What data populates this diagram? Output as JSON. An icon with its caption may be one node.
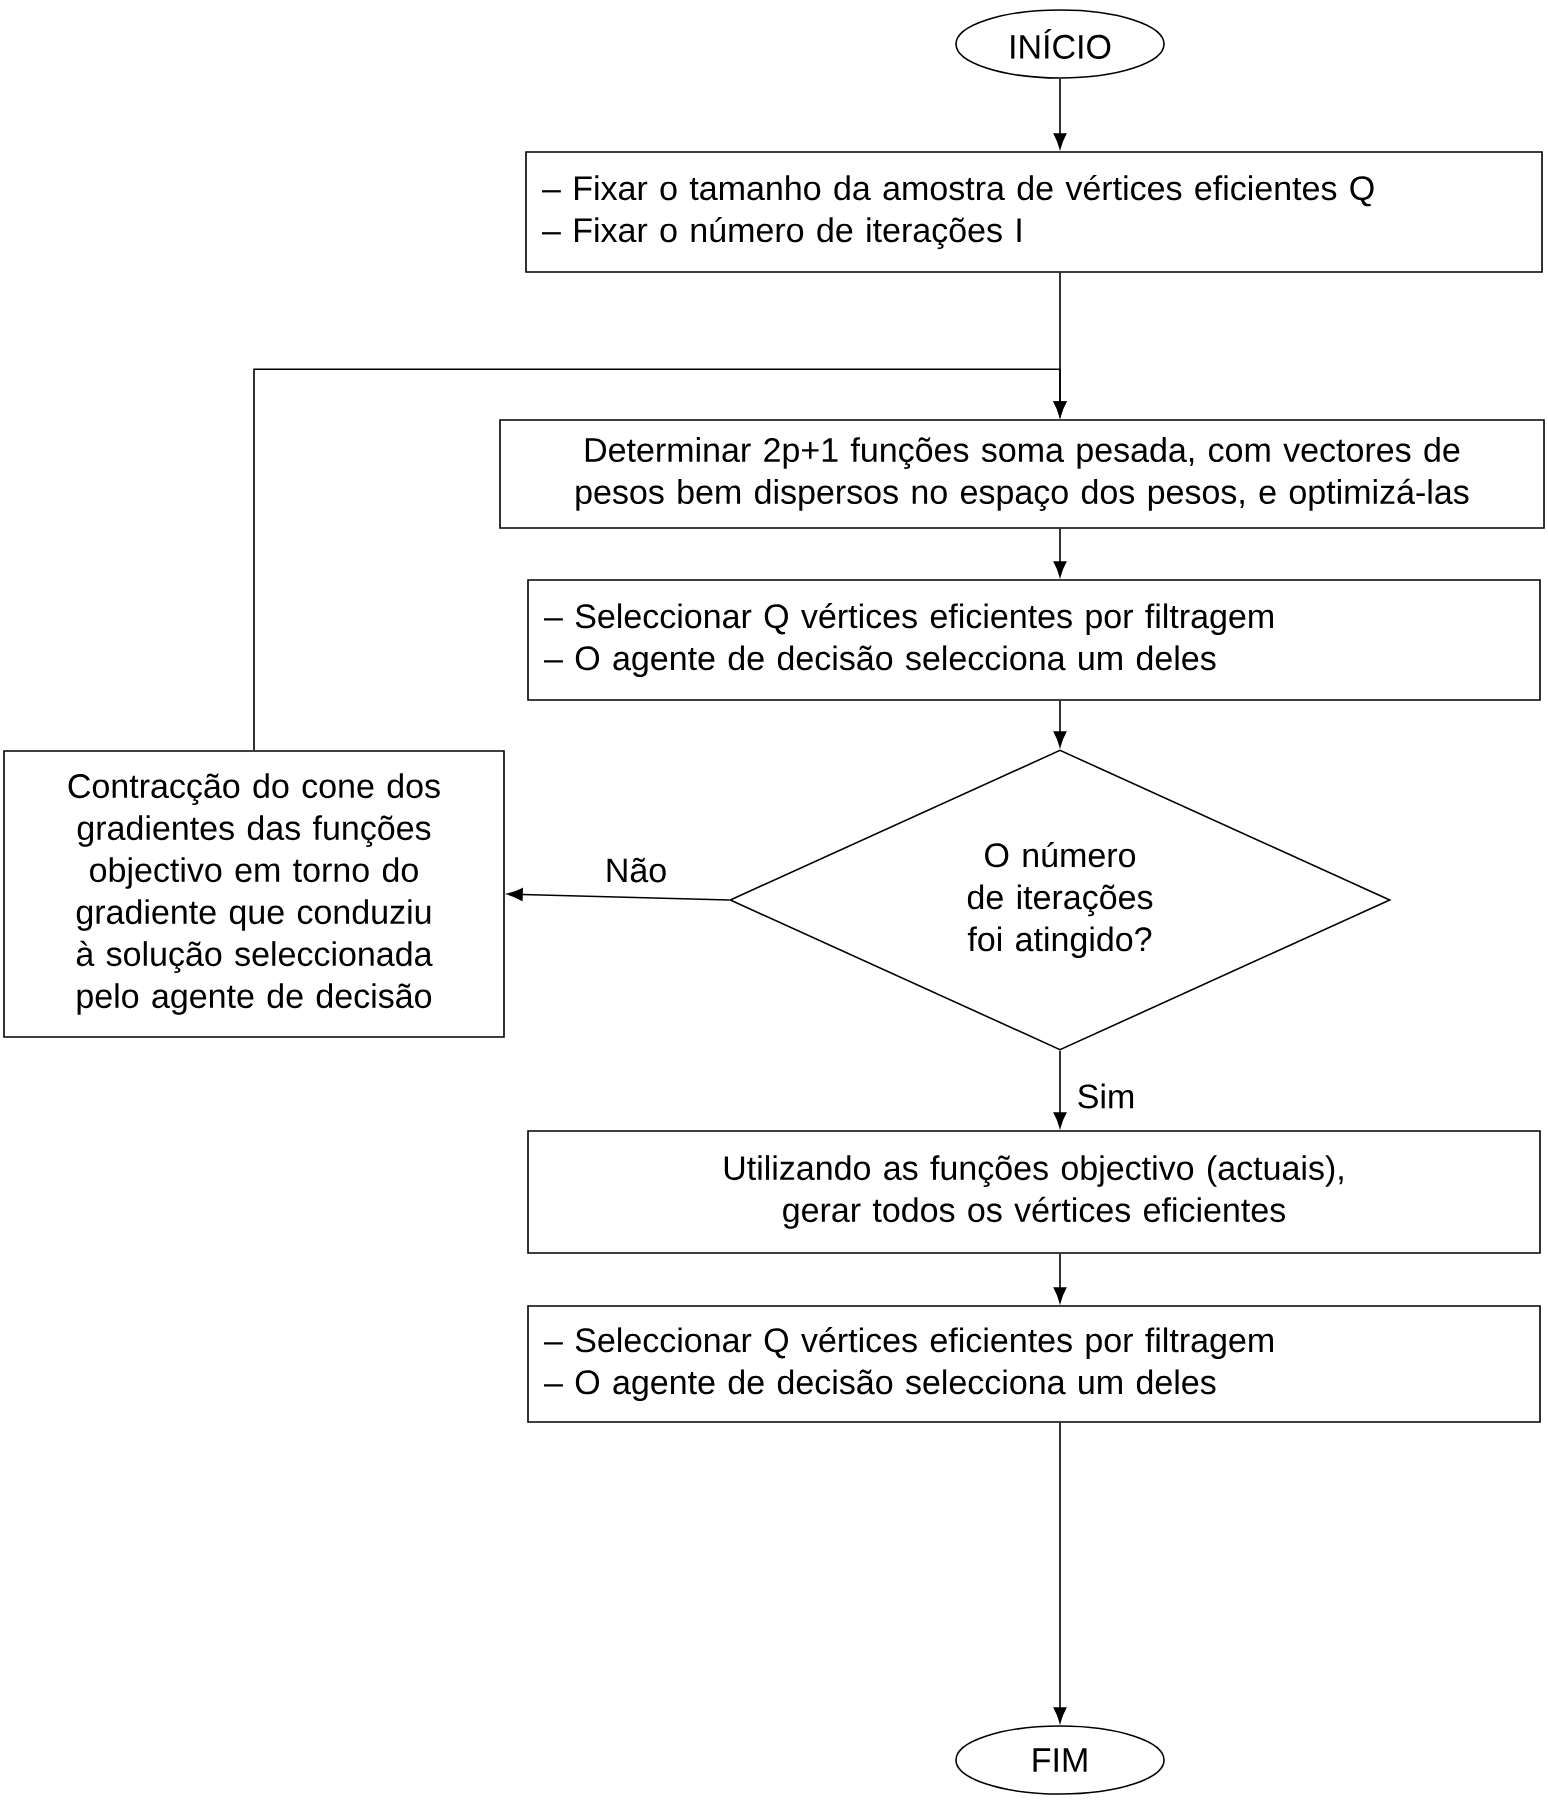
{
  "diagram": {
    "nodes": [
      {
        "text": [
          "INÍCIO"
        ]
      },
      {
        "text": [
          "– Fixar o tamanho da amostra de vértices eficientes Q",
          "– Fixar o número de iterações I"
        ]
      },
      {
        "text": [
          "Determinar 2p+1 funções soma pesada, com vectores de pesos bem dispersos no espaço dos pesos, e optimizá-las"
        ]
      },
      {
        "text": [
          "– Seleccionar Q vértices eficientes por filtragem",
          "– O agente de decisão selecciona um deles"
        ]
      },
      {
        "text": [
          "O número de iterações foi atingido?"
        ]
      },
      {
        "text": [
          "Contracção do cone dos gradientes das funções objectivo em torno do gradiente que conduziu à solução seleccionada pelo agente de decisão"
        ]
      },
      {
        "text": [
          "Utilizando as funções objectivo (actuais), gerar todos os vértices eficientes"
        ]
      },
      {
        "text": [
          "– Seleccionar Q vértices eficientes por filtragem",
          "– O agente de decisão selecciona um deles"
        ]
      },
      {
        "text": [
          "FIM"
        ]
      }
    ],
    "edges": [
      {
        "from": 0,
        "to": 1,
        "arrow": "to"
      },
      {
        "from": 1,
        "to": 2,
        "arrow": "to"
      },
      {
        "from": 2,
        "to": 3,
        "arrow": "to"
      },
      {
        "from": 3,
        "to": 4,
        "arrow": "to"
      },
      {
        "from": 4,
        "to": 5,
        "arrow": "to",
        "label": "Não"
      },
      {
        "from": 5,
        "to": 2,
        "arrow": "to"
      },
      {
        "from": 4,
        "to": 6,
        "arrow": "to",
        "label": "Sim"
      },
      {
        "from": 6,
        "to": 7,
        "arrow": "to"
      },
      {
        "from": 7,
        "to": 8,
        "arrow": "to"
      }
    ]
  }
}
